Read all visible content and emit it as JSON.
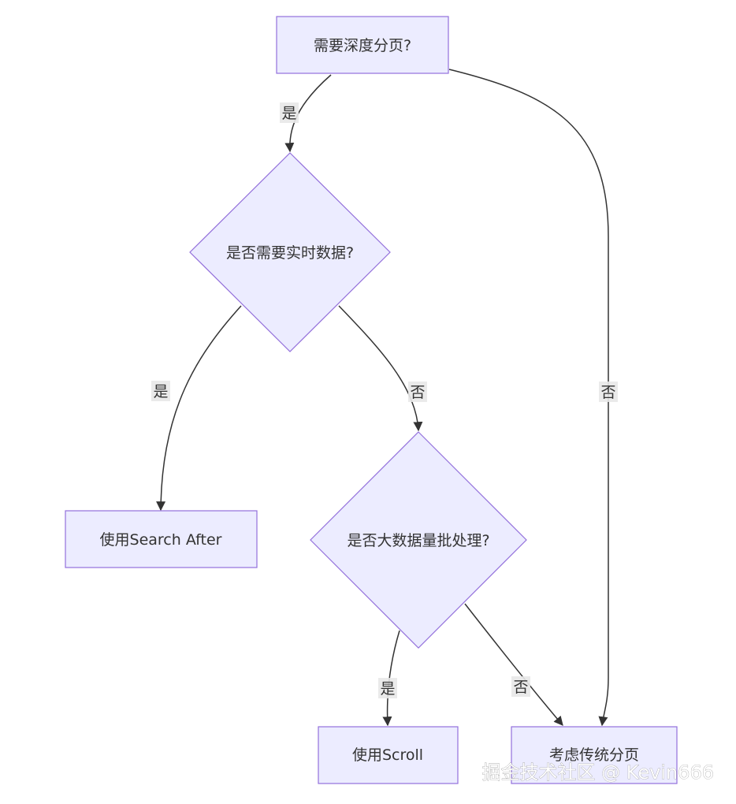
{
  "colors": {
    "node_fill": "#ececff",
    "node_stroke": "#9370db",
    "edge": "#333333",
    "edge_label_bg": "#e8e8e8",
    "text": "#333333"
  },
  "nodes": {
    "need_deep_paging": "需要深度分页?",
    "need_realtime": "是否需要实时数据?",
    "use_search_after": "使用Search After",
    "big_data_batch": "是否大数据量批处理?",
    "use_scroll": "使用Scroll",
    "consider_traditional": "考虑传统分页"
  },
  "edges": {
    "deep_yes": "是",
    "deep_no": "否",
    "realtime_yes": "是",
    "realtime_no": "否",
    "batch_yes": "是",
    "batch_no": "否"
  },
  "watermark": "掘金技术社区 @ Kevin666"
}
